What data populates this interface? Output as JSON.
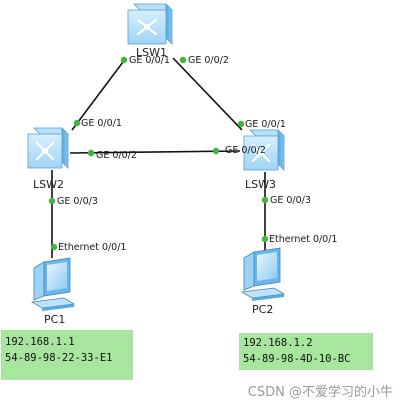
{
  "devices": {
    "lsw1": {
      "name": "LSW1"
    },
    "lsw2": {
      "name": "LSW2"
    },
    "lsw3": {
      "name": "LSW3"
    },
    "pc1": {
      "name": "PC1"
    },
    "pc2": {
      "name": "PC2"
    }
  },
  "ports": {
    "lsw1_left": "GE 0/0/1",
    "lsw1_right": "GE 0/0/2",
    "lsw2_top": "GE 0/0/1",
    "lsw2_right": "GE 0/0/2",
    "lsw2_bottom": "GE 0/0/3",
    "lsw3_top": "GE 0/0/1",
    "lsw3_left": "GE 0/0/2",
    "lsw3_bottom": "GE 0/0/3",
    "pc1_port": "Ethernet 0/0/1",
    "pc2_port": "Ethernet 0/0/1"
  },
  "info": {
    "pc1": {
      "ip": "192.168.1.1",
      "mac": "54-89-98-22-33-E1"
    },
    "pc2": {
      "ip": "192.168.1.2",
      "mac": "54-89-98-4D-10-BC"
    }
  },
  "watermark": "CSDN @不爱学习的小牛",
  "colors": {
    "link": "#111111",
    "port_dot": "#3db83d",
    "switch": "#7cc3ee",
    "info_bg": "#a8e6a0"
  }
}
